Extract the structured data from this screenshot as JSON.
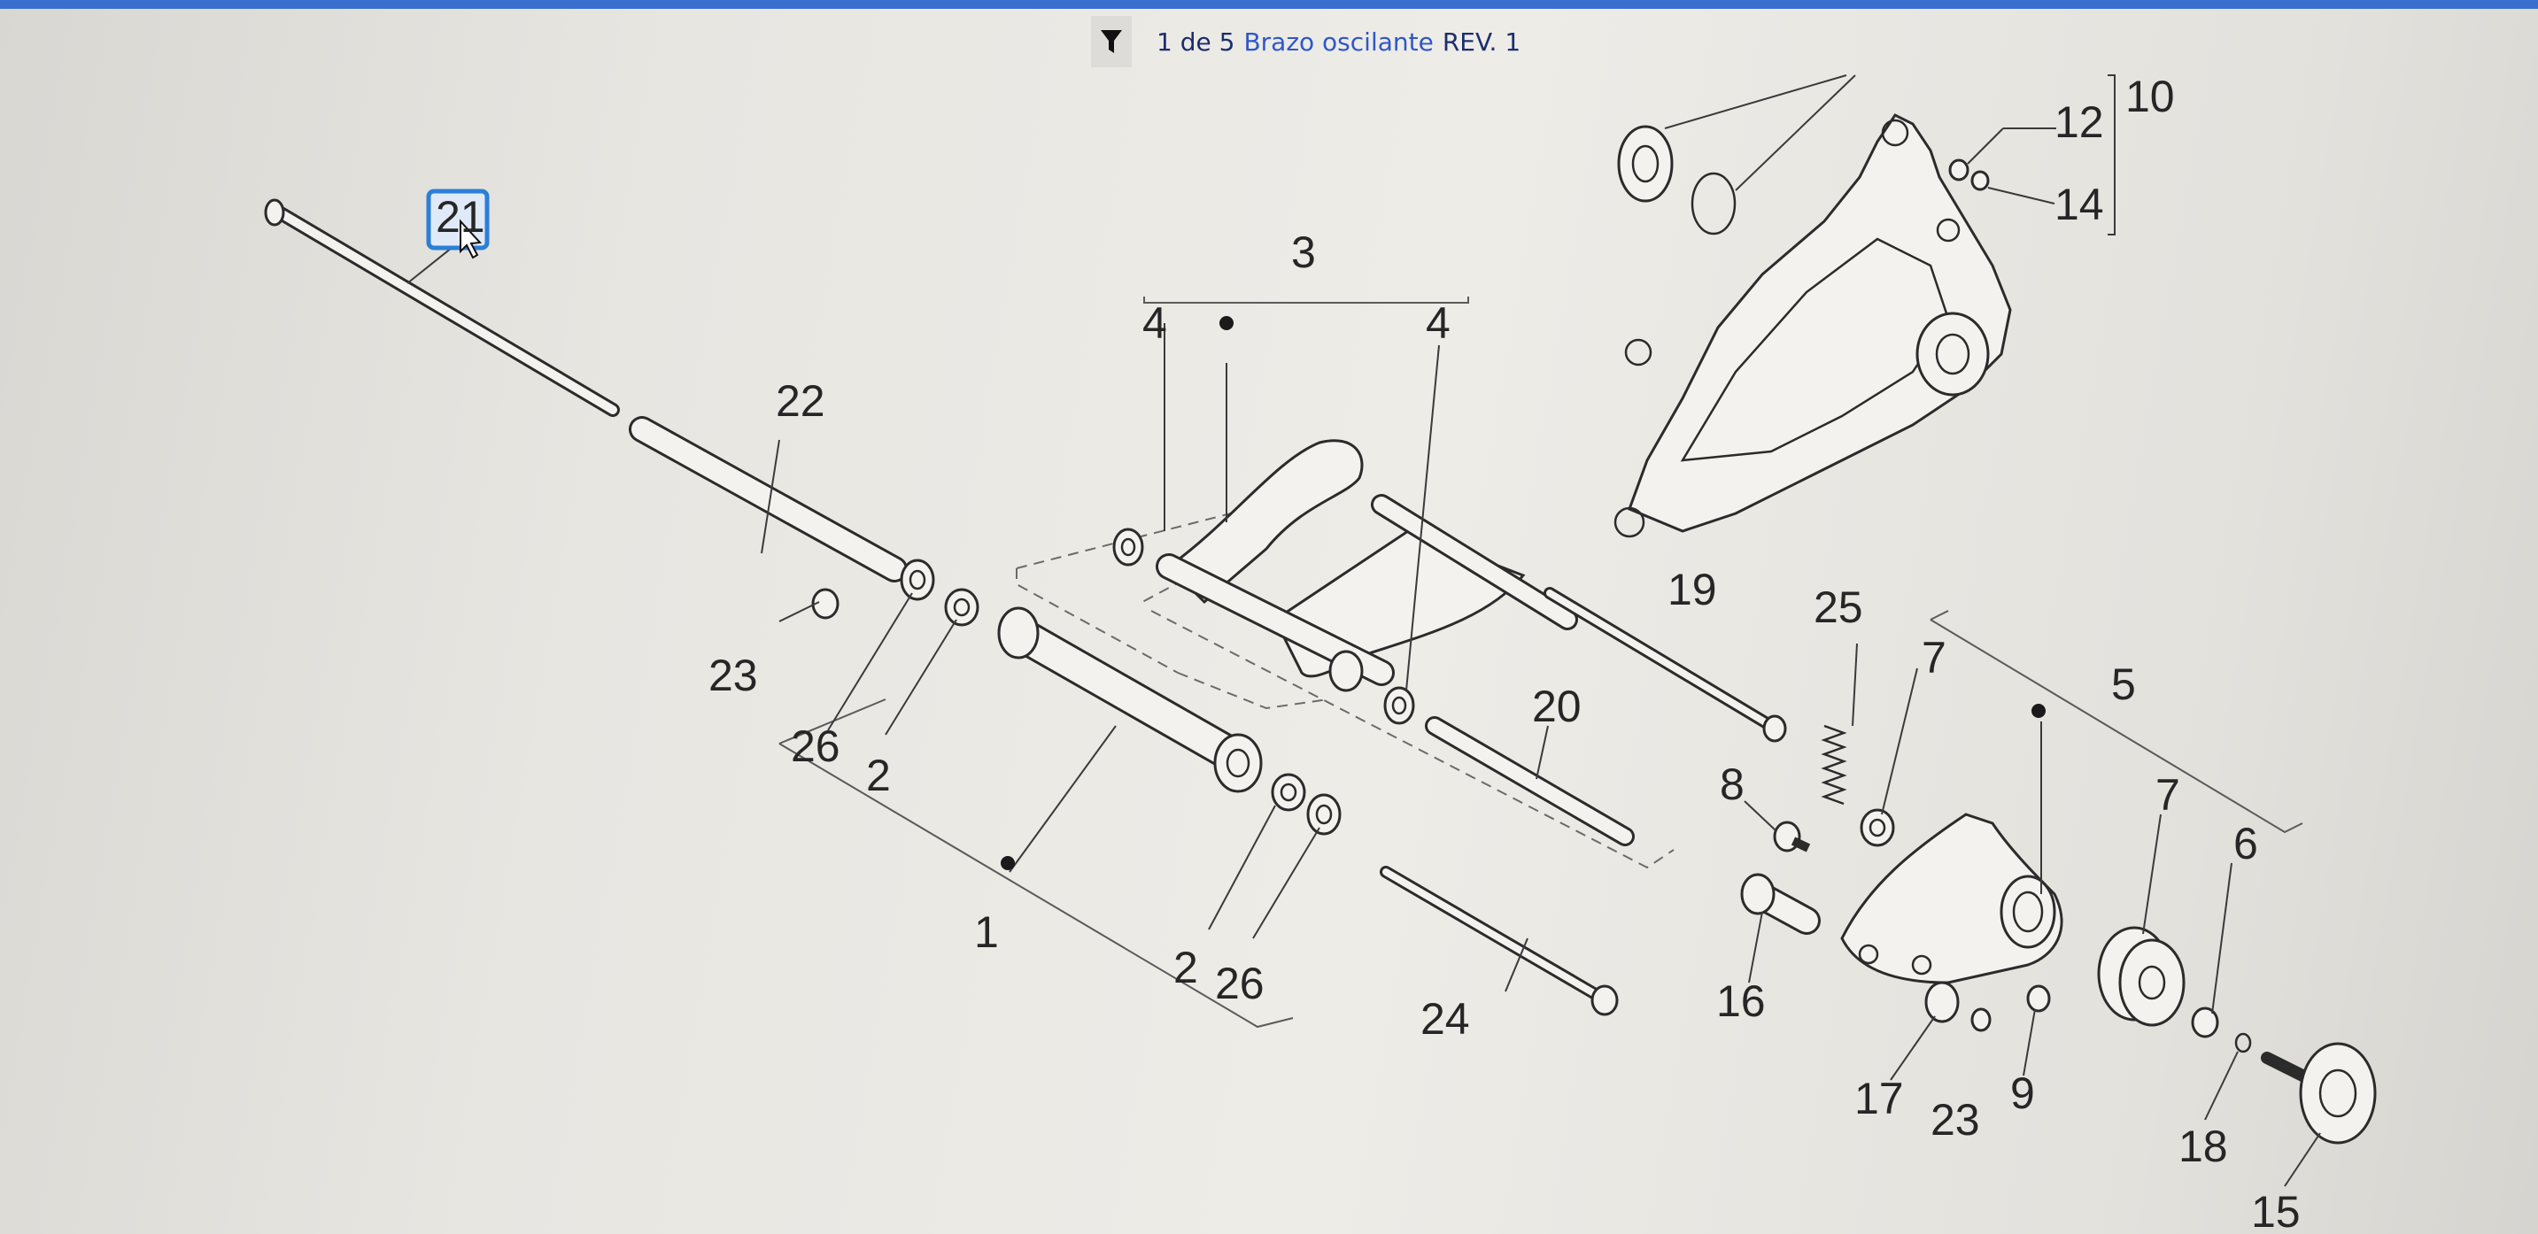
{
  "header": {
    "counter": "1 de 5",
    "title": "Brazo oscilante",
    "revision": "REV. 1",
    "filter_icon": "filter-icon"
  },
  "callouts": [
    {
      "id": "c1",
      "label": "1"
    },
    {
      "id": "c2a",
      "label": "2"
    },
    {
      "id": "c2b",
      "label": "2"
    },
    {
      "id": "c3",
      "label": "3"
    },
    {
      "id": "c4a",
      "label": "4"
    },
    {
      "id": "c4b",
      "label": "4"
    },
    {
      "id": "c5",
      "label": "5"
    },
    {
      "id": "c6",
      "label": "6"
    },
    {
      "id": "c7a",
      "label": "7"
    },
    {
      "id": "c7b",
      "label": "7"
    },
    {
      "id": "c8",
      "label": "8"
    },
    {
      "id": "c9",
      "label": "9"
    },
    {
      "id": "c10",
      "label": "10"
    },
    {
      "id": "c12",
      "label": "12"
    },
    {
      "id": "c14",
      "label": "14"
    },
    {
      "id": "c15",
      "label": "15"
    },
    {
      "id": "c16",
      "label": "16"
    },
    {
      "id": "c17",
      "label": "17"
    },
    {
      "id": "c18",
      "label": "18"
    },
    {
      "id": "c19",
      "label": "19"
    },
    {
      "id": "c20",
      "label": "20"
    },
    {
      "id": "c21",
      "label": "21"
    },
    {
      "id": "c22",
      "label": "22"
    },
    {
      "id": "c23a",
      "label": "23"
    },
    {
      "id": "c23b",
      "label": "23"
    },
    {
      "id": "c24",
      "label": "24"
    },
    {
      "id": "c25",
      "label": "25"
    },
    {
      "id": "c26a",
      "label": "26"
    },
    {
      "id": "c26b",
      "label": "26"
    }
  ],
  "colors": {
    "accent": "#2f57c8",
    "topbar": "#3a6fd0",
    "selected_callout": "#2b7fd6"
  }
}
